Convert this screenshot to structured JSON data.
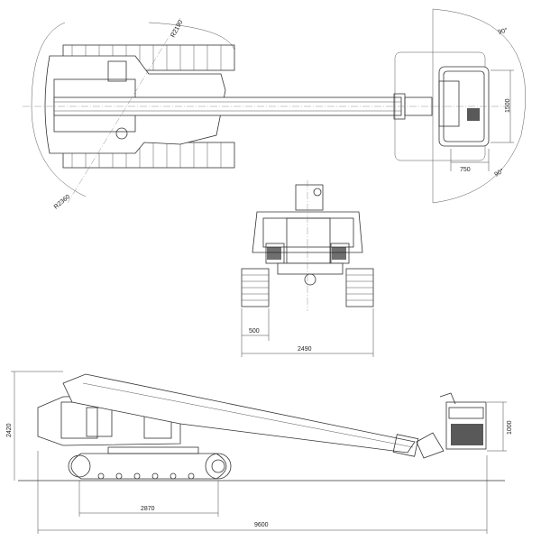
{
  "dimensions": {
    "top_radius_front": "R2190",
    "top_radius_rear": "R2360",
    "platform_width": "1500",
    "platform_depth": "750",
    "rotation_angle_top": "90°",
    "rotation_angle_bottom": "90°",
    "track_width": "500",
    "overall_width": "2490",
    "overall_height": "2420",
    "platform_height": "1000",
    "track_length": "2870",
    "overall_length": "9600"
  }
}
